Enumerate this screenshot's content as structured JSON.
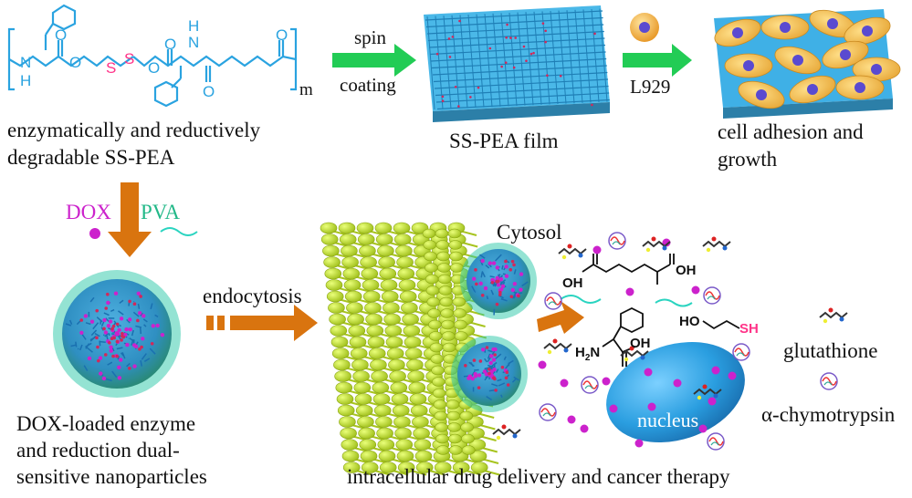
{
  "polymer": {
    "name_line1": "enzymatically and reductively",
    "name_line2": "degradable SS-PEA",
    "atom_N": "N",
    "atom_H": "H",
    "atom_O": "O",
    "atom_S": "S",
    "subscript": "m"
  },
  "steps": {
    "spin_line1": "spin",
    "spin_line2": "coating",
    "film_label": "SS-PEA film",
    "cell_line": "L929",
    "cell_label_line1": "cell adhesion and",
    "cell_label_line2": "growth"
  },
  "loading": {
    "dox": "DOX",
    "pva": "PVA",
    "np_line1": "DOX-loaded enzyme",
    "np_line2": "and reduction dual-",
    "np_line3": "sensitive nanoparticles"
  },
  "delivery": {
    "endocytosis": "endocytosis",
    "cytosol": "Cytosol",
    "nucleus": "nucleus",
    "title": "intracellular drug delivery and cancer therapy",
    "adipic_oh_left": "OH",
    "adipic_oh_right": "OH",
    "phe_nh2": "H",
    "phe_nh2_sub": "2",
    "phe_n": "N",
    "phe_oh": "OH",
    "thiol_ho": "HO",
    "thiol_sh": "SH"
  },
  "legend": {
    "glutathione": "glutathione",
    "chymotrypsin": "α-chymotrypsin"
  },
  "colors": {
    "arrow_green": "#22cc55",
    "arrow_orange": "#d9740f",
    "bond_blue": "#2aa3e0",
    "disulfide_pink": "#ff3388",
    "dox_magenta": "#cc22cc",
    "membrane_green": "#b8d62a",
    "nucleus_blue": "#2a9ee0",
    "cell_yellow": "#f3c24a"
  }
}
